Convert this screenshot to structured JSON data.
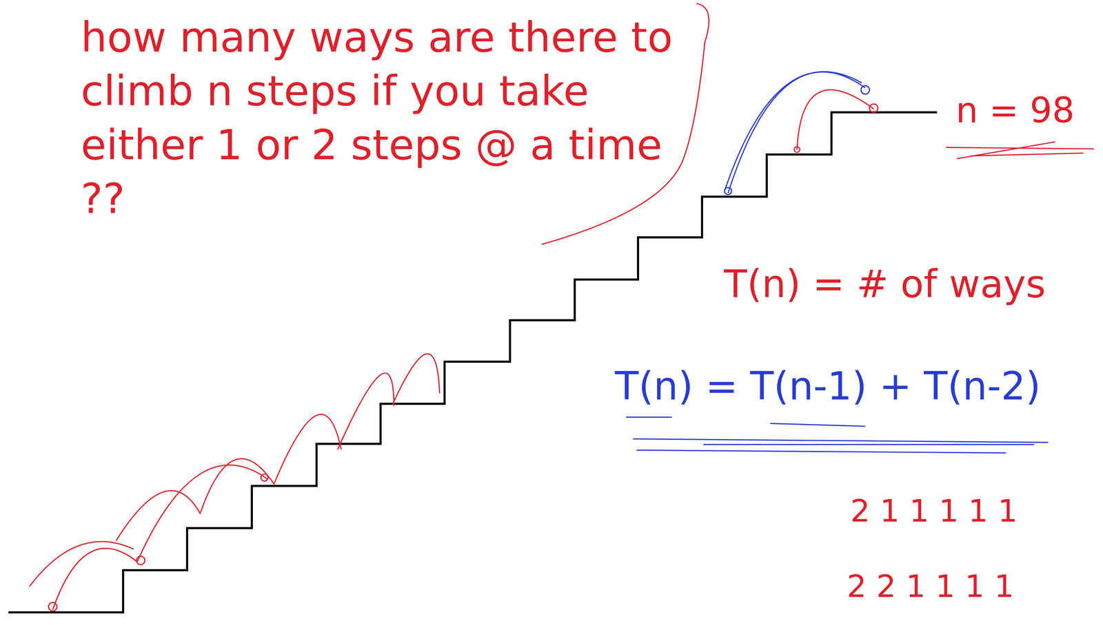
{
  "diagram": {
    "labels": [
      "how many ways are there to climb n steps if you take either 1 or 2 steps @ a time ??",
      "n = 98",
      "T(n) = # of ways",
      "T(n) = T(n-1) + T(n-2)",
      "2 1 1 1 1 1",
      "2 2 1 1 1 1"
    ]
  }
}
